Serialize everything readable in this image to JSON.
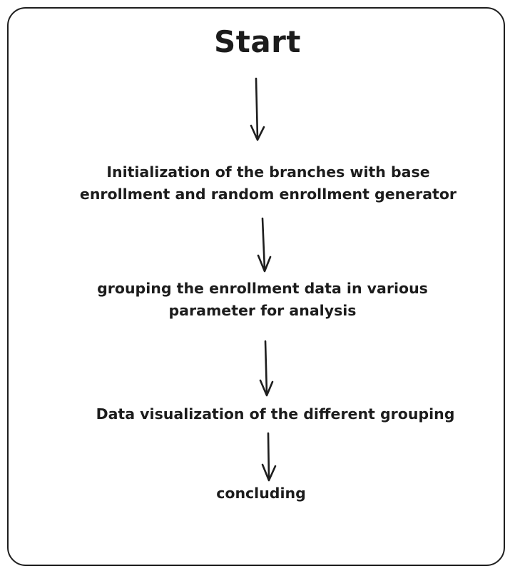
{
  "flowchart": {
    "start": "Start",
    "steps": [
      {
        "line1": "Initialization of the branches with base",
        "line2": "enrollment and random enrollment generator"
      },
      {
        "line1": "grouping the enrollment data in various",
        "line2": "parameter for analysis"
      },
      {
        "line1": "Data visualization of the different grouping"
      },
      {
        "line1": "concluding"
      }
    ]
  }
}
